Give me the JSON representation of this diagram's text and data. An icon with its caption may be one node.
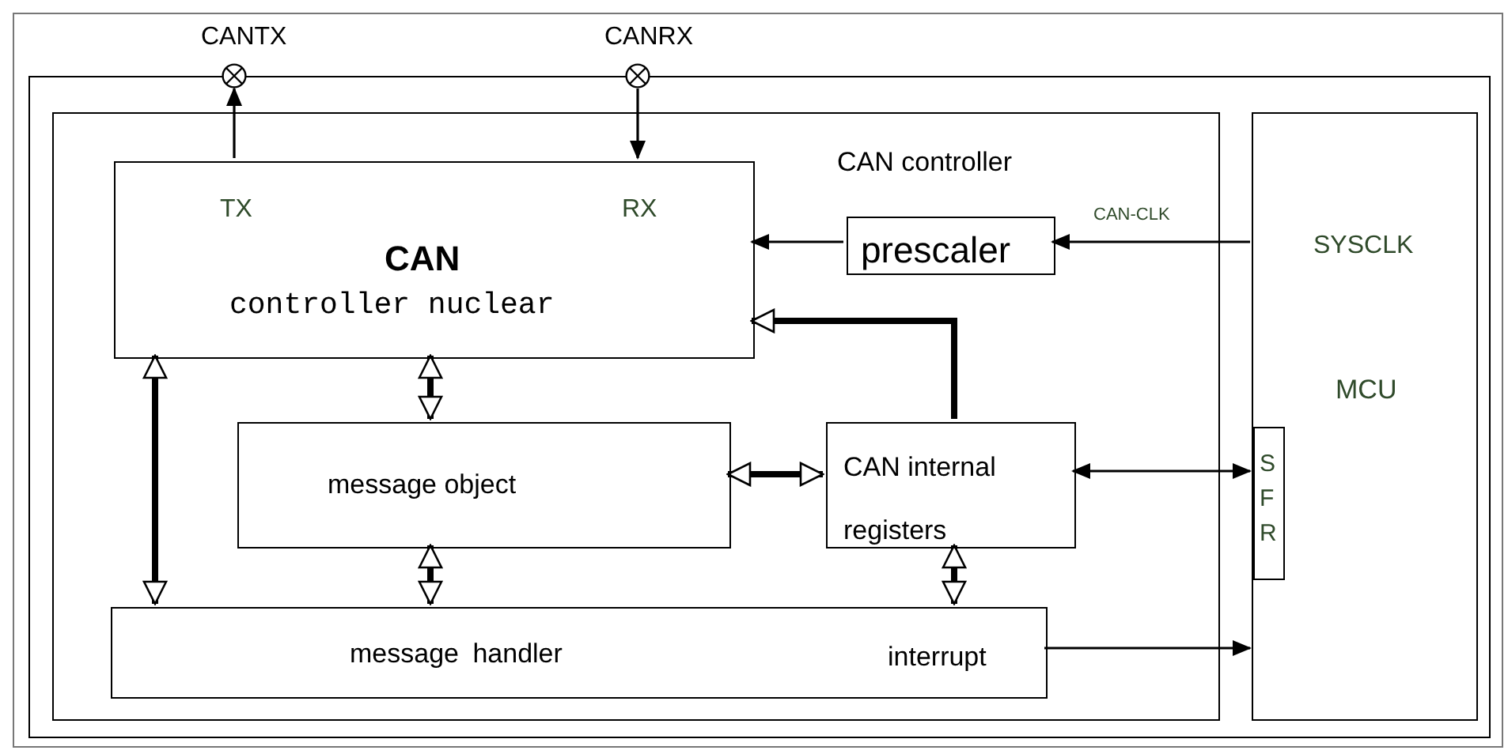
{
  "diagram": {
    "nodes": [
      {
        "text": [],
        "shape": "box"
      },
      {
        "text": [
          "CAN controller"
        ],
        "in": 0
      },
      {
        "text": [
          "TX",
          "RX",
          "CAN",
          "controller nuclear"
        ],
        "in": 1
      },
      {
        "text": [
          "prescaler"
        ],
        "in": 1
      },
      {
        "text": [
          "message object"
        ],
        "in": 1
      },
      {
        "text": [
          "CAN internal registers"
        ],
        "in": 1
      },
      {
        "text": [
          "message handler",
          "interrupt"
        ],
        "in": 1
      },
      {
        "text": [
          "SYSCLK",
          "MCU"
        ],
        "in": 0
      },
      {
        "text": [
          "SFR"
        ],
        "in": 7
      },
      {
        "text": [
          "CANTX"
        ]
      },
      {
        "text": [
          "CANRX"
        ]
      }
    ],
    "edges": [
      {
        "from": 2,
        "to": 9,
        "arrow": "to"
      },
      {
        "from": 10,
        "to": 2,
        "arrow": "to"
      },
      {
        "from": 3,
        "to": 2,
        "arrow": "to"
      },
      {
        "from": 7,
        "to": 3,
        "arrow": "to",
        "label": "CAN-CLK"
      },
      {
        "from": 5,
        "to": 2,
        "arrow": "to",
        "style": "thick"
      },
      {
        "from": 2,
        "to": 4,
        "arrow": "both",
        "style": "thick"
      },
      {
        "from": 2,
        "to": 6,
        "arrow": "both",
        "style": "thick"
      },
      {
        "from": 4,
        "to": 5,
        "arrow": "both",
        "style": "thick"
      },
      {
        "from": 4,
        "to": 6,
        "arrow": "both",
        "style": "thick"
      },
      {
        "from": 5,
        "to": 6,
        "arrow": "both",
        "style": "thick"
      },
      {
        "from": 5,
        "to": 8,
        "arrow": "both"
      },
      {
        "from": 6,
        "to": 7,
        "arrow": "to"
      }
    ]
  }
}
